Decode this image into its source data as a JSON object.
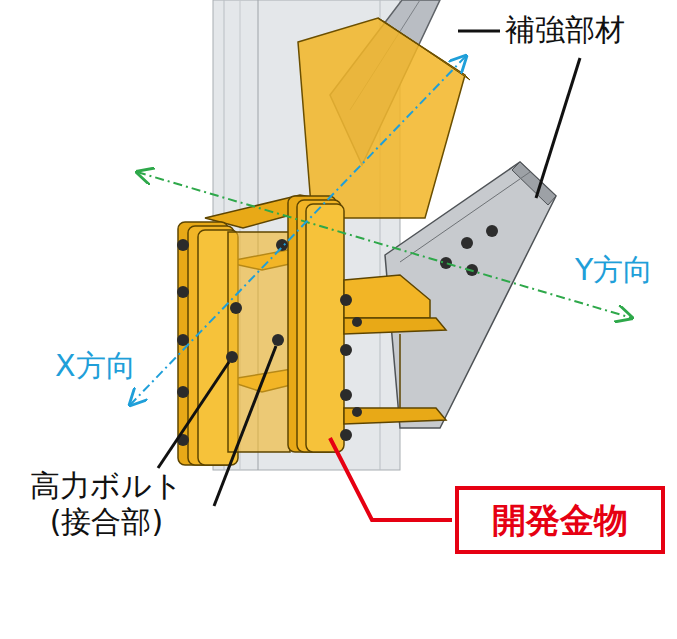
{
  "diagram": {
    "nodes": [
      {
        "text": [
          "開発金物"
        ]
      }
    ],
    "labels": [
      "補強部材",
      "Y方向",
      "X方向",
      "高力ボルト (接合部)"
    ]
  }
}
